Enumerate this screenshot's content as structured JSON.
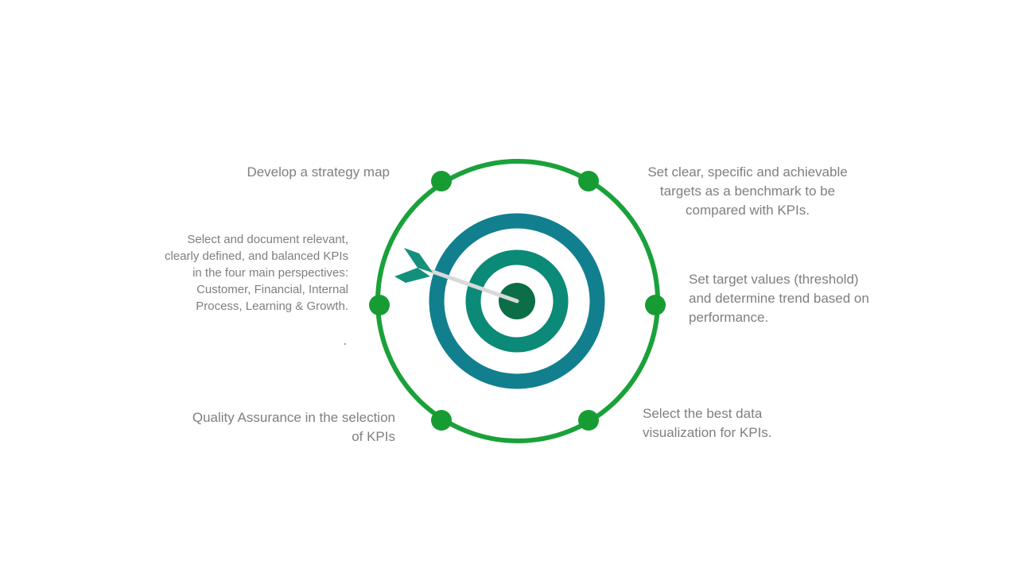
{
  "colors": {
    "ring_green": "#1aa13a",
    "node_green": "#169c33",
    "outer_ring": "#117f8e",
    "middle_ring": "#0b8a77",
    "bullseye": "#0b6e47",
    "arrow_shaft": "#d9d9d9",
    "arrow_fletch": "#13907c",
    "text": "#7f7f7f"
  },
  "icons": {
    "target": "bullseye-target-icon",
    "arrow": "dart-arrow-icon"
  },
  "steps": {
    "develop_strategy_map": {
      "lines": [
        "Develop a strategy map"
      ]
    },
    "select_kpis": {
      "lines": [
        "Select and document relevant,",
        "clearly defined, and balanced KPIs",
        "in the four main perspectives:",
        "Customer, Financial, Internal",
        "Process, Learning & Growth."
      ]
    },
    "quality_assurance": {
      "lines": [
        "Quality Assurance in the selection",
        "of KPIs"
      ]
    },
    "set_targets": {
      "lines": [
        "Set clear, specific and achievable",
        "targets as a benchmark to be",
        "compared with KPIs."
      ]
    },
    "set_threshold": {
      "lines": [
        "Set target values (threshold)",
        "and determine trend based on",
        "performance."
      ]
    },
    "data_visualization": {
      "lines": [
        "Select the best data",
        "visualization  for KPIs."
      ]
    }
  }
}
